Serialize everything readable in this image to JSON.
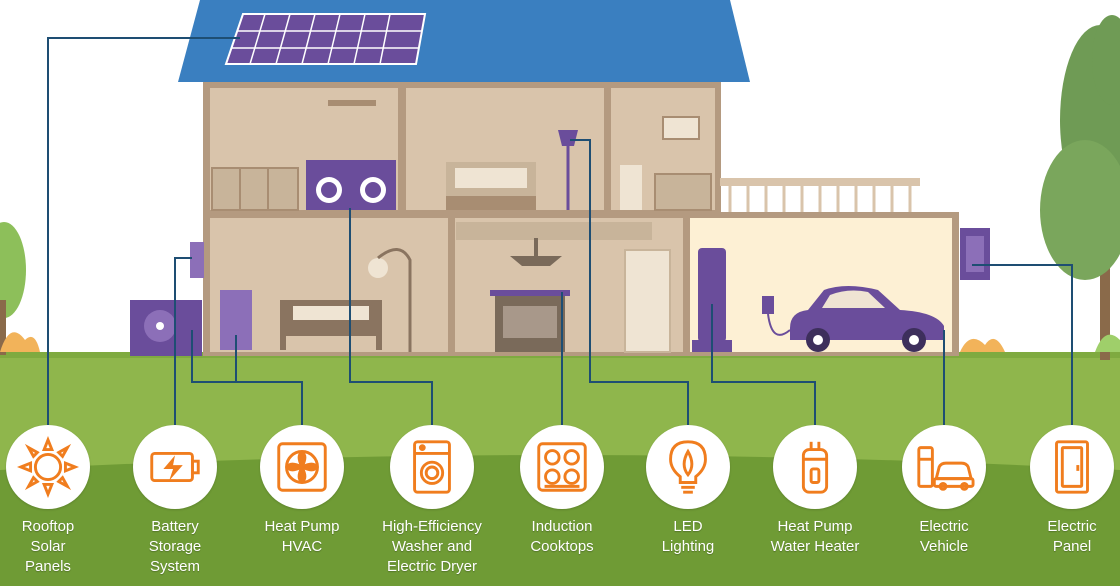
{
  "colors": {
    "roof": "#3a7fc0",
    "wall": "#d9c4ab",
    "frame": "#b49a80",
    "garage": "#fdf0d4",
    "purple": "#6a4d9b",
    "grass": "#8fb64c",
    "grass_dark": "#6f9b35",
    "icon": "#f07d1e",
    "connector": "#1e4e73"
  },
  "features": [
    {
      "id": "solar",
      "icon": "sun-icon",
      "label": "Rooftop\nSolar\nPanels"
    },
    {
      "id": "battery",
      "icon": "battery-icon",
      "label": "Battery\nStorage\nSystem"
    },
    {
      "id": "hvac",
      "icon": "fan-icon",
      "label": "Heat Pump\nHVAC"
    },
    {
      "id": "washer",
      "icon": "washer-icon",
      "label": "High-Efficiency\nWasher and\nElectric Dryer"
    },
    {
      "id": "cooktop",
      "icon": "cooktop-icon",
      "label": "Induction\nCooktops"
    },
    {
      "id": "led",
      "icon": "lightbulb-icon",
      "label": "LED\nLighting"
    },
    {
      "id": "waterheater",
      "icon": "water-heater-icon",
      "label": "Heat Pump\nWater Heater"
    },
    {
      "id": "ev",
      "icon": "car-charger-icon",
      "label": "Electric\nVehicle"
    },
    {
      "id": "panel",
      "icon": "electric-panel-icon",
      "label": "Electric\nPanel"
    }
  ]
}
